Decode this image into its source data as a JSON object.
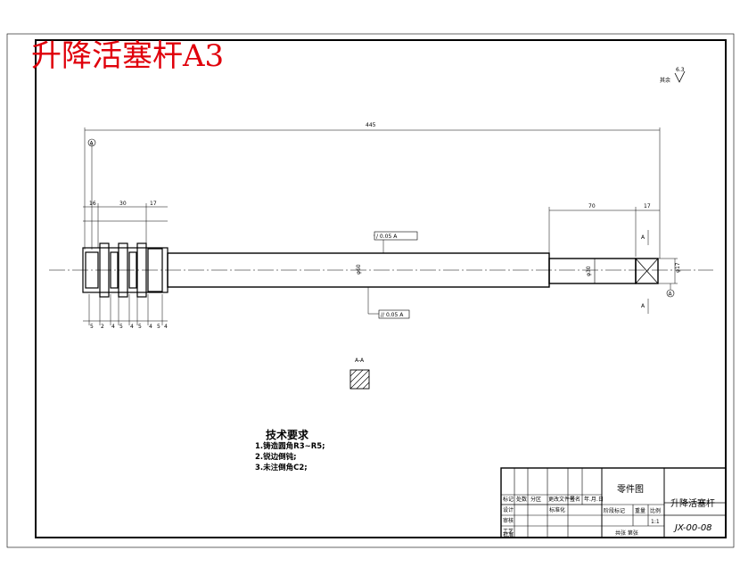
{
  "drawing": {
    "title": "升降活塞杆A3",
    "roughness": {
      "label": "其余",
      "value": "6.3"
    },
    "dimensions": {
      "overall_length": "445",
      "left_block": [
        "16",
        "30",
        "17"
      ],
      "right_segment": "70",
      "right_end": "17",
      "diameter_main": "φ60",
      "diameter_step": "φ30",
      "diameter_end": "φ17",
      "datum_label": "A",
      "lower_small": [
        "5",
        "2",
        "4",
        "5",
        "4",
        "5",
        "4",
        "5",
        "4"
      ]
    },
    "tolerance_frames": {
      "upper": "/ 0.05 A",
      "lower": "// 0.05 A"
    },
    "section_label": "A-A",
    "section_marks": [
      "A",
      "A"
    ],
    "tech_requirements": {
      "heading": "技术要求",
      "items": [
        "1.铸造圆角R3~R5;",
        "2.锐边倒钝;",
        "3.未注倒角C2;"
      ]
    }
  },
  "title_block": {
    "part_drawing": "零件图",
    "part_name": "升降活塞杆",
    "drawing_code": "JX-00-08",
    "scale": "1:1",
    "sheet": "共张 第张",
    "headers": [
      "标记",
      "处数",
      "分区",
      "更改文件号",
      "签名",
      "年.月.日"
    ],
    "rows": [
      "设计",
      "审核",
      "工艺",
      "批准"
    ],
    "fields": [
      "标准化",
      "阶段标记",
      "重量",
      "比例"
    ]
  }
}
